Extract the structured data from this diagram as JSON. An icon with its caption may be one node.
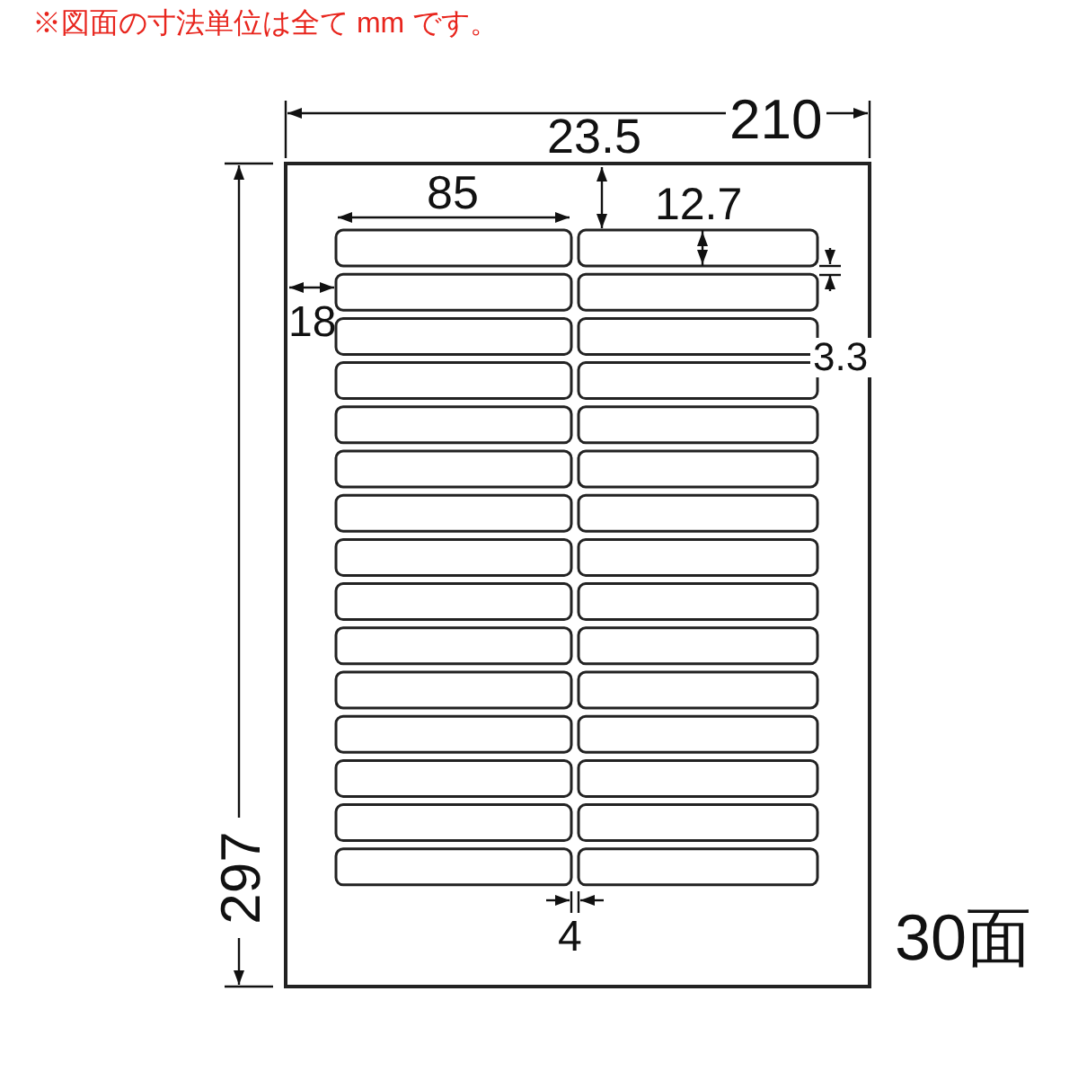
{
  "diagram": {
    "labels": [
      "※図面の寸法単位は全て mm です。",
      "210",
      "23.5",
      "85",
      "12.7",
      "18",
      "3.3",
      "4",
      "297",
      "30面"
    ]
  }
}
